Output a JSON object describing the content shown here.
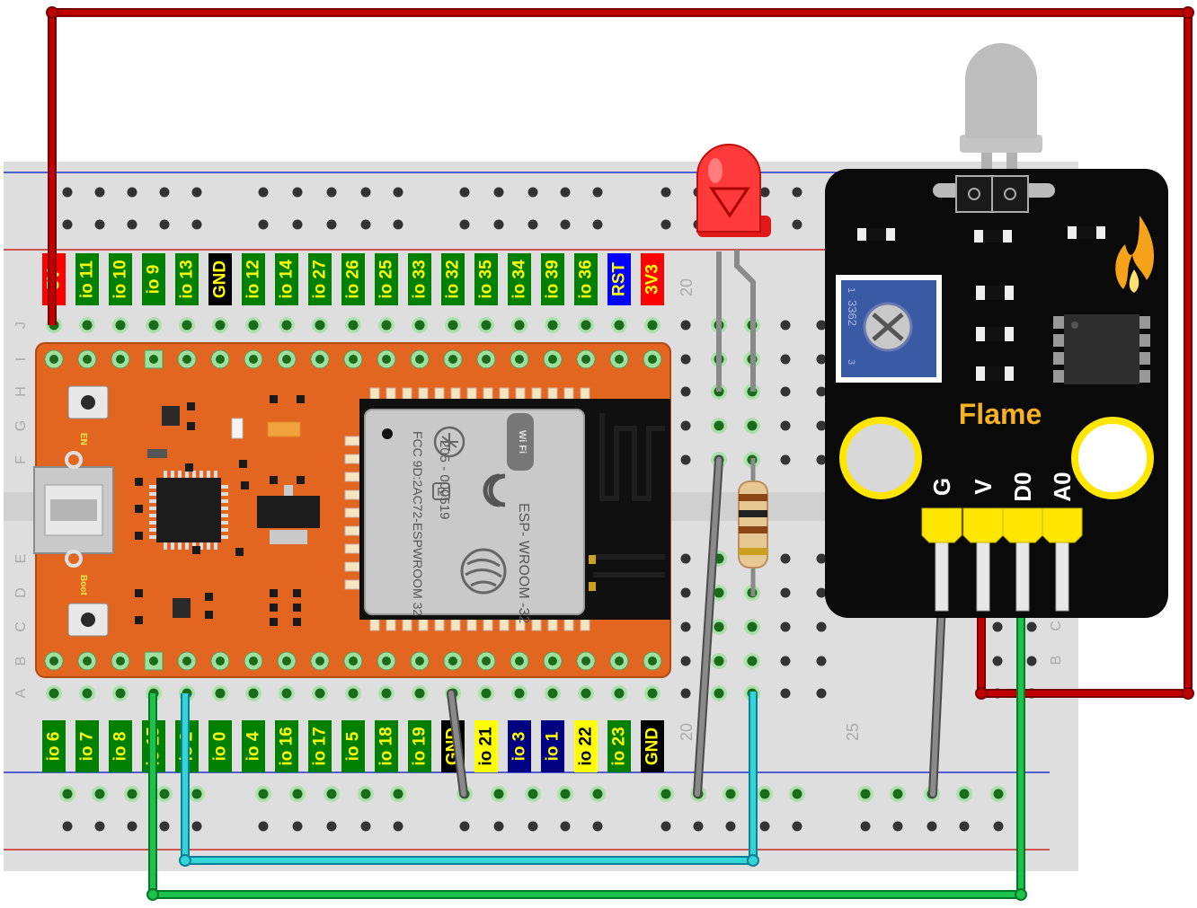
{
  "esp32": {
    "top_pins": [
      {
        "label": "5V",
        "bg": "#ff0000",
        "fg": "#ffff00"
      },
      {
        "label": "io 11",
        "bg": "#008000",
        "fg": "#ffff00"
      },
      {
        "label": "io 10",
        "bg": "#008000",
        "fg": "#ffff00"
      },
      {
        "label": "io 9",
        "bg": "#008000",
        "fg": "#ffff00"
      },
      {
        "label": "io 13",
        "bg": "#008000",
        "fg": "#ffff00"
      },
      {
        "label": "GND",
        "bg": "#000000",
        "fg": "#ffff00"
      },
      {
        "label": "io 12",
        "bg": "#008000",
        "fg": "#ffff00"
      },
      {
        "label": "io 14",
        "bg": "#008000",
        "fg": "#ffff00"
      },
      {
        "label": "io 27",
        "bg": "#008000",
        "fg": "#ffff00"
      },
      {
        "label": "io 26",
        "bg": "#008000",
        "fg": "#ffff00"
      },
      {
        "label": "io 25",
        "bg": "#008000",
        "fg": "#ffff00"
      },
      {
        "label": "io 33",
        "bg": "#008000",
        "fg": "#ffff00"
      },
      {
        "label": "io 32",
        "bg": "#008000",
        "fg": "#ffff00"
      },
      {
        "label": "io 35",
        "bg": "#008000",
        "fg": "#ffff00"
      },
      {
        "label": "io 34",
        "bg": "#008000",
        "fg": "#ffff00"
      },
      {
        "label": "io 39",
        "bg": "#008000",
        "fg": "#ffff00"
      },
      {
        "label": "io 36",
        "bg": "#008000",
        "fg": "#ffff00"
      },
      {
        "label": "RST",
        "bg": "#0000ff",
        "fg": "#ffff00"
      },
      {
        "label": "3V3",
        "bg": "#ff0000",
        "fg": "#ffff00"
      }
    ],
    "bottom_pins": [
      {
        "label": "io 6",
        "bg": "#008000",
        "fg": "#ffff00"
      },
      {
        "label": "io 7",
        "bg": "#008000",
        "fg": "#ffff00"
      },
      {
        "label": "io 8",
        "bg": "#008000",
        "fg": "#ffff00"
      },
      {
        "label": "io 15",
        "bg": "#008000",
        "fg": "#ffff00"
      },
      {
        "label": "io 2",
        "bg": "#008000",
        "fg": "#ffff00"
      },
      {
        "label": "io 0",
        "bg": "#008000",
        "fg": "#ffff00"
      },
      {
        "label": "io 4",
        "bg": "#008000",
        "fg": "#ffff00"
      },
      {
        "label": "io 16",
        "bg": "#008000",
        "fg": "#ffff00"
      },
      {
        "label": "io 17",
        "bg": "#008000",
        "fg": "#ffff00"
      },
      {
        "label": "io 5",
        "bg": "#008000",
        "fg": "#ffff00"
      },
      {
        "label": "io 18",
        "bg": "#008000",
        "fg": "#ffff00"
      },
      {
        "label": "io 19",
        "bg": "#008000",
        "fg": "#ffff00"
      },
      {
        "label": "GND",
        "bg": "#000000",
        "fg": "#ffff00"
      },
      {
        "label": "io 21",
        "bg": "#ffff00",
        "fg": "#000000"
      },
      {
        "label": "io 3",
        "bg": "#000080",
        "fg": "#ffff00"
      },
      {
        "label": "io 1",
        "bg": "#000080",
        "fg": "#ffff00"
      },
      {
        "label": "io 22",
        "bg": "#ffff00",
        "fg": "#000000"
      },
      {
        "label": "io 23",
        "bg": "#008000",
        "fg": "#ffff00"
      },
      {
        "label": "GND",
        "bg": "#000000",
        "fg": "#ffff00"
      }
    ],
    "button_en": "EN",
    "button_boot": "Boot",
    "module": {
      "fcc_line1": "FCC 9D:2AC72-ESPWROOM 32",
      "model": "ESP- WROOM -32",
      "cert": "205 - 000519",
      "r_mark": "R",
      "wifi_mark": "Wi Fi"
    }
  },
  "breadboard": {
    "row_letters": [
      "J",
      "I",
      "H",
      "G",
      "F",
      "E",
      "D",
      "C",
      "B",
      "A"
    ],
    "right_letter_c": "C",
    "right_letter_b": "B",
    "column_numbers": [
      "20",
      "20",
      "25"
    ]
  },
  "flame_module": {
    "title": "Flame",
    "pins": [
      "G",
      "V",
      "D0",
      "A0"
    ],
    "pot_labels": [
      "1",
      "3362",
      "3"
    ]
  },
  "colors": {
    "wire_red": "#b30000",
    "wire_green": "#00b036",
    "wire_cyan": "#1cc4c4",
    "wire_grey": "#7a7a7a",
    "board_orange": "#e2661f",
    "module_black": "#0a0a0a",
    "breadboard": "#dcdcdc"
  }
}
